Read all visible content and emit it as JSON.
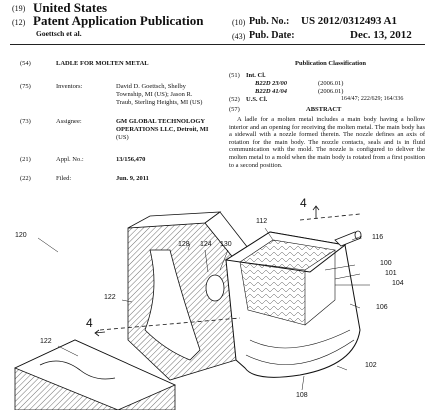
{
  "header": {
    "tag19": "(19)",
    "country": "United States",
    "tag12": "(12)",
    "doc_type": "Patent Application Publication",
    "authors": "Goettsch et al.",
    "tag10": "(10)",
    "pub_no_label": "Pub. No.:",
    "pub_no": "US 2012/0312493 A1",
    "tag43": "(43)",
    "pub_date_label": "Pub. Date:",
    "pub_date": "Dec. 13, 2012"
  },
  "fields": {
    "f54_tag": "(54)",
    "title": "LADLE FOR MOLTEN METAL",
    "f75_tag": "(75)",
    "inventors_label": "Inventors:",
    "inventors_line1": "David D. Goettsch, Shelby",
    "inventors_line2": "Township, MI (US); Jason R.",
    "inventors_line3": "Traub, Sterling Heights, MI (US)",
    "f73_tag": "(73)",
    "assignee_label": "Assignee:",
    "assignee_line1": "GM GLOBAL TECHNOLOGY",
    "assignee_line2": "OPERATIONS LLC, Detroit, MI",
    "assignee_line3": "(US)",
    "f21_tag": "(21)",
    "appl_label": "Appl. No.:",
    "appl_no": "13/156,470",
    "f22_tag": "(22)",
    "filed_label": "Filed:",
    "filed": "Jun. 9, 2011"
  },
  "classification": {
    "heading": "Publication Classification",
    "f51_tag": "(51)",
    "int_cl_label": "Int. Cl.",
    "int_cl_1": "B22D 23/00",
    "int_cl_1_date": "(2006.01)",
    "int_cl_2": "B22D 41/04",
    "int_cl_2_date": "(2006.01)",
    "f52_tag": "(52)",
    "us_cl_label": "U.S. Cl.",
    "us_cl_value": "164/47; 222/629; 164/336"
  },
  "abstract": {
    "f57_tag": "(57)",
    "heading": "ABSTRACT",
    "text": "A ladle for a molten metal includes a main body having a hollow interior and an opening for receiving the molten metal. The main body has a sidewall with a nozzle formed therein. The nozzle defines an axis of rotation for the main body. The nozzle contacts, seals and is in fluid communication with the mold. The nozzle is configured to deliver the molten metal to a mold when the main body is rotated from a first position to a second position."
  },
  "figure_labels": {
    "r120": "120",
    "r112": "112",
    "r4a": "4",
    "r116": "116",
    "r128": "128",
    "r124": "124",
    "r130": "130",
    "r100": "100",
    "r101": "101",
    "r104": "104",
    "r122a": "122",
    "r106": "106",
    "r4b": "4",
    "r122b": "122",
    "r102": "102",
    "r108": "108"
  }
}
